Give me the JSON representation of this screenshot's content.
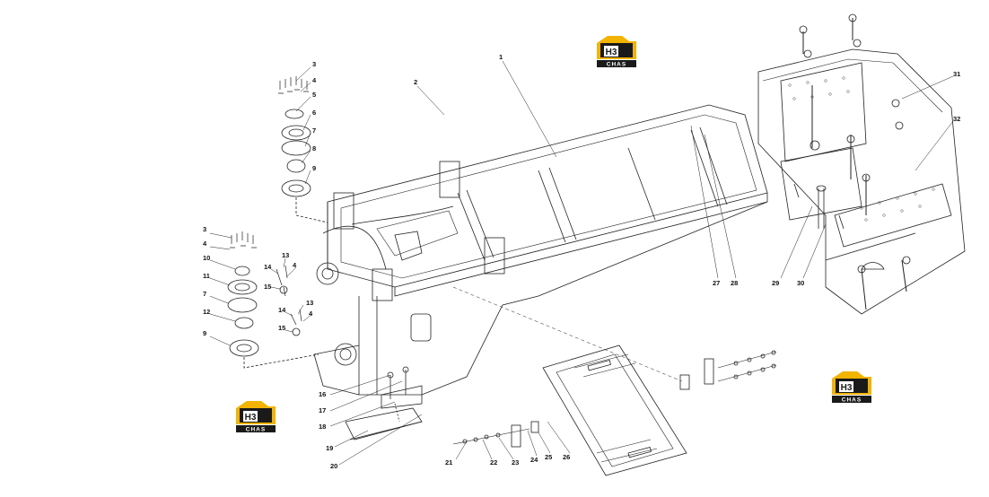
{
  "logos": [
    {
      "name": "brand-logo-top",
      "text_top": "H3",
      "text_bottom": "CHAS"
    },
    {
      "name": "brand-logo-left",
      "text_top": "H3",
      "text_bottom": "CHAS"
    },
    {
      "name": "brand-logo-right",
      "text_top": "H3",
      "text_bottom": "CHAS"
    }
  ],
  "colors": {
    "logo_yellow": "#f2b400",
    "logo_black": "#1a1a1a",
    "line": "#222222"
  },
  "callouts": [
    "1",
    "2",
    "3",
    "4",
    "5",
    "6",
    "7",
    "8",
    "9",
    "3",
    "4",
    "10",
    "11",
    "7",
    "12",
    "9",
    "14",
    "13",
    "4",
    "15",
    "14",
    "13",
    "4",
    "15",
    "16",
    "17",
    "18",
    "19",
    "20",
    "21",
    "22",
    "23",
    "24",
    "25",
    "26",
    "27",
    "28",
    "29",
    "30",
    "31",
    "32"
  ]
}
